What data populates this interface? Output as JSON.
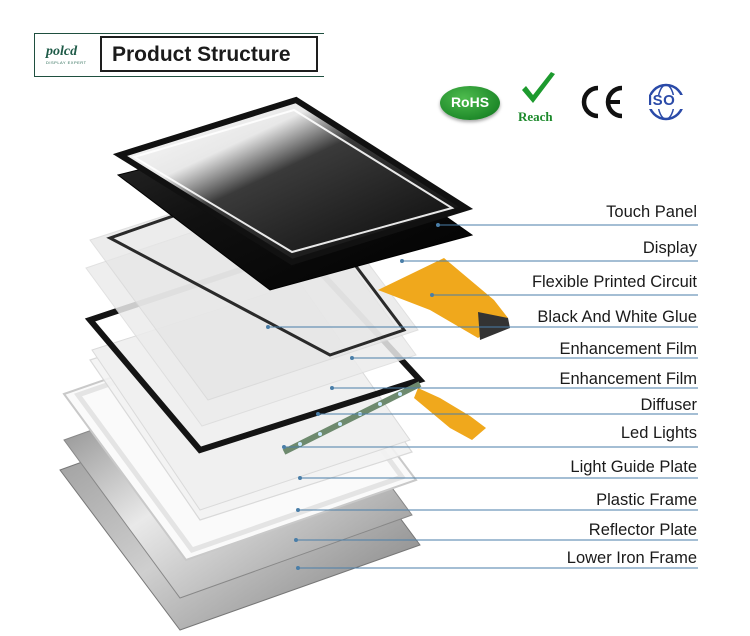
{
  "header": {
    "logo_text": "polcd",
    "logo_subtext": "DISPLAY EXPERT",
    "title": "Product Structure"
  },
  "certifications": {
    "rohs": "RoHS",
    "reach": "Reach",
    "ce": "CE",
    "iso": "ISO"
  },
  "layers": [
    {
      "label": "Touch Panel"
    },
    {
      "label": "Display"
    },
    {
      "label": "Flexible Printed Circuit"
    },
    {
      "label": "Black And White Glue"
    },
    {
      "label": "Enhancement Film"
    },
    {
      "label": "Enhancement Film"
    },
    {
      "label": "Diffuser"
    },
    {
      "label": "Led Lights"
    },
    {
      "label": "Light Guide Plate"
    },
    {
      "label": "Plastic Frame"
    },
    {
      "label": "Reflector Plate"
    },
    {
      "label": "Lower Iron Frame"
    }
  ],
  "colors": {
    "brand": "#1e5a47",
    "leader_line": "#4a7ea8",
    "fpc": "#f0a81c"
  }
}
